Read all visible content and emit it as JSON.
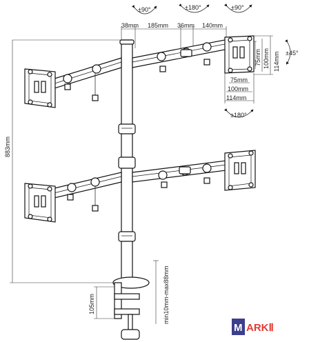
{
  "dimensions": {
    "top_offset": "38mm",
    "arm_segment_1": "185mm",
    "joint": "36mm",
    "arm_segment_2": "140mm",
    "vesa_75_h": "75mm",
    "vesa_100_h": "100mm",
    "vesa_114_h": "114mm",
    "vesa_75_w": "75mm",
    "vesa_100_w": "100mm",
    "vesa_114_w": "114mm",
    "total_height": "883mm",
    "clamp_height": "105mm",
    "desk_range": "min10mm-max88mm"
  },
  "rotations": {
    "left_joint": "±90°",
    "middle_joint": "±180°",
    "right_joint": "±90°",
    "tilt": "±45°",
    "rotate": "±180°"
  },
  "brand": {
    "first": "M",
    "rest": "ARKⅡ"
  }
}
